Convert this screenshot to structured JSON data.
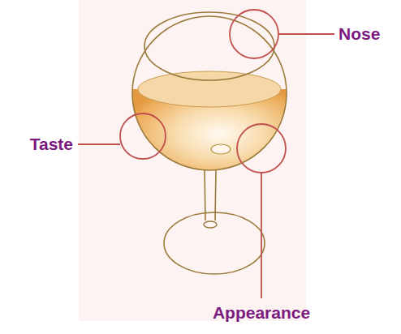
{
  "diagram": {
    "labels": [
      "Nose",
      "Taste",
      "Appearance"
    ]
  }
}
